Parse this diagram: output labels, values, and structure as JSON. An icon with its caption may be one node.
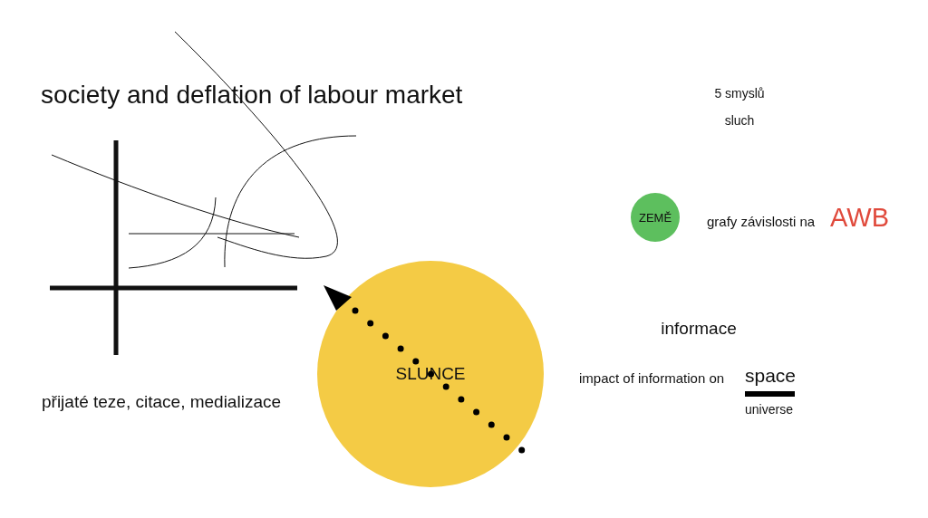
{
  "diagram": {
    "nodes": [
      {
        "text": [
          "SLUNCE"
        ]
      },
      {
        "text": [
          "ZEMĚ"
        ]
      }
    ],
    "labels": [
      "society and deflation of labour market",
      "5 smyslů",
      "sluch",
      "grafy závislosti na",
      "AWB",
      "informace",
      "impact of information on",
      "space",
      "universe",
      "přijaté teze, citace, medializace"
    ]
  }
}
